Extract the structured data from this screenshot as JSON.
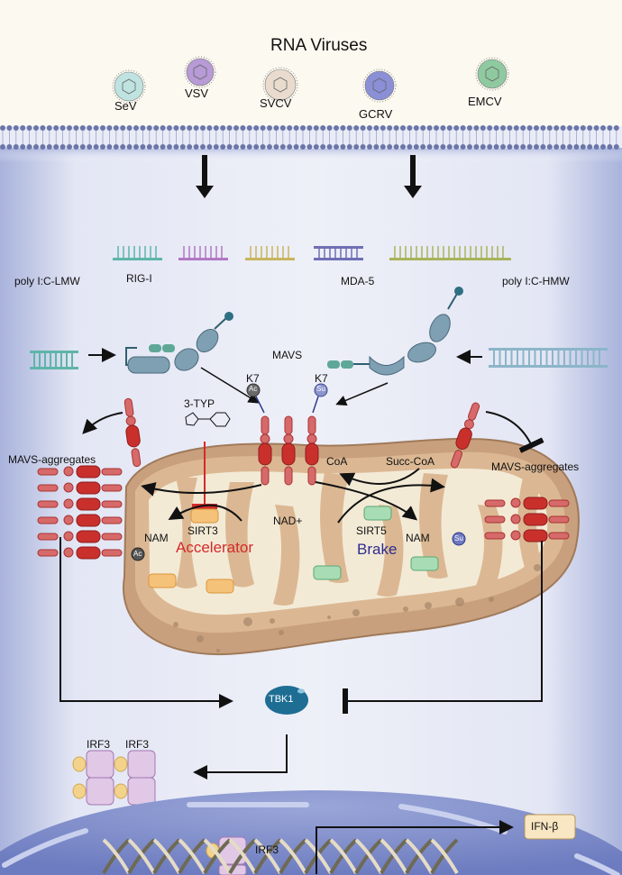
{
  "title": "RNA Viruses",
  "viruses": [
    {
      "label": "SeV",
      "color": "#bfe3e0"
    },
    {
      "label": "VSV",
      "color": "#b79ad6"
    },
    {
      "label": "SVCV",
      "color": "#e9dccf"
    },
    {
      "label": "GCRV",
      "color": "#8a8fd6"
    },
    {
      "label": "EMCV",
      "color": "#8fc9a0"
    }
  ],
  "rna_colors": [
    "#5fb5a9",
    "#b278c4",
    "#c8b55e",
    "#6f6fb5",
    "#a8b45a"
  ],
  "sensors": {
    "ligand_left": "poly I:C-LMW",
    "ligand_right": "poly I:C-HMW",
    "rig": "RIG-I",
    "mda": "MDA-5"
  },
  "mavs": {
    "label": "MAVS",
    "site_left": "K7",
    "site_right": "K7",
    "mod_left": "Ac",
    "mod_right": "Su",
    "aggregates_left": "MAVS-aggregates",
    "aggregates_right": "MAVS-aggregates"
  },
  "inhibitor": "3-TYP",
  "mito": {
    "sirt3": "SIRT3",
    "sirt5": "SIRT5",
    "nad": "NAD+",
    "nam_left": "NAM",
    "nam_right": "NAM",
    "coa": "CoA",
    "succ_coa": "Succ-CoA",
    "accelerator": "Accelerator",
    "brake": "Brake",
    "ac_mod": "Ac",
    "su_mod": "Su"
  },
  "colors": {
    "accelerator": "#d42a2a",
    "brake": "#2d2d8f",
    "mavs_red": "#c9302c",
    "cytoplasm": "#dfe3f3",
    "nucleus": "#7d8cc9",
    "tbk1": "#1e6e94"
  },
  "downstream": {
    "tbk1": "TBK1",
    "irf3_a": "IRF3",
    "irf3_b": "IRF3",
    "irf3_nuc": "IRF3",
    "ifn": "IFN-β"
  }
}
